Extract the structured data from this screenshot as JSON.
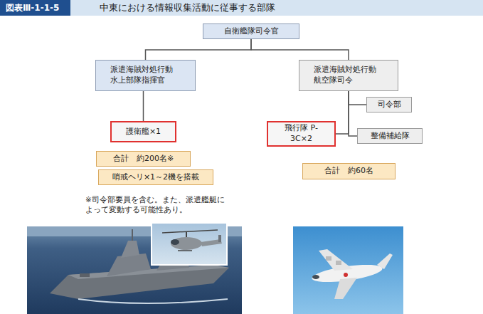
{
  "diagram": {
    "title": "中東における情報収集活動に従事する部隊",
    "nodes": [
      {
        "text": [
          "自衛艦隊司令官"
        ]
      },
      {
        "text": [
          "派遣海賊対処行動 水上部隊指揮官"
        ]
      },
      {
        "text": [
          "派遣海賊対処行動 航空隊司令"
        ]
      },
      {
        "text": [
          "司令部"
        ]
      },
      {
        "text": [
          "護衛艦×1"
        ]
      },
      {
        "text": [
          "飛行隊 P-3C×2"
        ]
      },
      {
        "text": [
          "整備補給隊"
        ]
      },
      {
        "text": [
          "合計　約200名※"
        ]
      },
      {
        "text": [
          "哨戒ヘリ×1～2機を搭載"
        ]
      },
      {
        "text": [
          "合計　約60名"
        ]
      }
    ],
    "edges": [
      {
        "from": 0,
        "to": 1,
        "arrow": "none"
      },
      {
        "from": 0,
        "to": 2,
        "arrow": "none"
      },
      {
        "from": 1,
        "to": 4,
        "arrow": "none"
      },
      {
        "from": 2,
        "to": 3,
        "arrow": "none"
      },
      {
        "from": 2,
        "to": 5,
        "arrow": "none"
      },
      {
        "from": 2,
        "to": 6,
        "arrow": "none"
      }
    ],
    "labels": [
      "図表Ⅲ-1-1-5",
      "※司令部要員を含む。また、派遣艦艇によって変動する可能性あり。"
    ]
  }
}
